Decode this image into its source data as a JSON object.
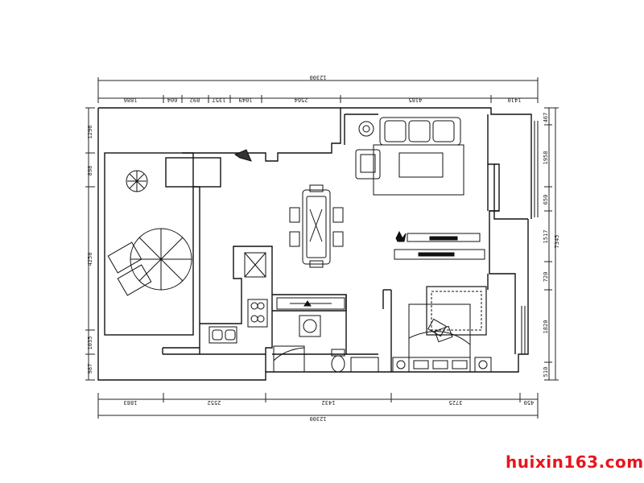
{
  "dimensions": {
    "top_total": "12300",
    "top_segments": [
      "1886",
      "604",
      "892",
      "1357",
      "1049",
      "2564",
      "4185",
      "1410"
    ],
    "left_segments": [
      "1296",
      "898",
      "4250",
      "1035",
      "987"
    ],
    "right_segments": [
      "467",
      "1958",
      "650",
      "1517",
      "720",
      "1820",
      "510"
    ],
    "right_total": "7345",
    "bottom_segments": [
      "1883",
      "2552",
      "1432",
      "3725",
      "450"
    ],
    "bottom_total": "12300"
  },
  "watermark": "huixin163.com"
}
